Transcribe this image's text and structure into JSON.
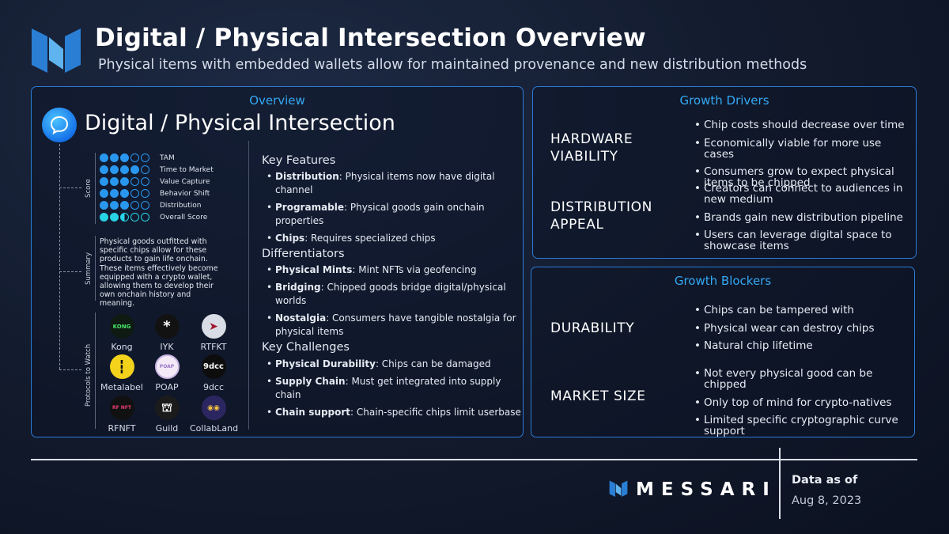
{
  "header": {
    "title": "Digital / Physical Intersection Overview",
    "subtitle": "Physical items with embedded wallets allow for maintained provenance and new distribution methods"
  },
  "overview": {
    "panel_title": "Overview",
    "heading": "Digital / Physical Intersection",
    "score_label": "Score",
    "summary_label": "Summary",
    "protocols_label": "Protocols to Watch",
    "scores": [
      {
        "label": "TAM",
        "value": 3.0
      },
      {
        "label": "Time to Market",
        "value": 4.0
      },
      {
        "label": "Value Capture",
        "value": 3.0
      },
      {
        "label": "Behavior Shift",
        "value": 3.0
      },
      {
        "label": "Distribution",
        "value": 3.0
      },
      {
        "label": "Overall Score",
        "value": 2.5
      }
    ],
    "summary": "Physical goods outfitted with specific chips allow for these products to gain life onchain. These items effectively become equipped with a crypto wallet, allowing them to develop their own onchain history and meaning.",
    "protocols": [
      {
        "name": "Kong",
        "mark": "KONG"
      },
      {
        "name": "IYK",
        "mark": "*"
      },
      {
        "name": "RTFKT",
        "mark": "➤"
      },
      {
        "name": "Metalabel",
        "mark": "┇"
      },
      {
        "name": "POAP",
        "mark": "POAP"
      },
      {
        "name": "9dcc",
        "mark": "9dcc"
      },
      {
        "name": "RFNFT",
        "mark": "RF NFT"
      },
      {
        "name": "Guild",
        "mark": "⛫"
      },
      {
        "name": "CollabLand",
        "mark": "◉◉"
      }
    ],
    "key_features": {
      "title": "Key Features",
      "items": [
        {
          "term": "Distribution",
          "text": ": Physical items now have digital channel"
        },
        {
          "term": "Programable",
          "text": ": Physical goods gain onchain properties"
        },
        {
          "term": "Chips",
          "text": ": Requires specialized chips"
        }
      ]
    },
    "differentiators": {
      "title": "Differentiators",
      "items": [
        {
          "term": "Physical Mints",
          "text": ": Mint NFTs via geofencing"
        },
        {
          "term": "Bridging",
          "text": ": Chipped goods bridge digital/physical worlds"
        },
        {
          "term": "Nostalgia",
          "text": ": Consumers have tangible nostalgia for physical items"
        }
      ]
    },
    "key_challenges": {
      "title": "Key Challenges",
      "items": [
        {
          "term": "Physical Durability",
          "text": ": Chips can be damaged"
        },
        {
          "term": "Supply Chain",
          "text": ": Must get integrated into supply chain"
        },
        {
          "term": "Chain support",
          "text": ": Chain-specific chips limit userbase"
        }
      ]
    }
  },
  "growth_drivers": {
    "panel_title": "Growth Drivers",
    "groups": [
      {
        "category": "HARDWARE VIABILITY",
        "items": [
          "Chip costs should decrease over time",
          "Economically viable for more use cases",
          "Consumers grow to expect physical items to be chipped"
        ]
      },
      {
        "category": "DISTRIBUTION APPEAL",
        "items": [
          "Creators can connect to audiences in new medium",
          "Brands gain new distribution pipeline",
          "Users can leverage digital space to showcase items"
        ]
      }
    ]
  },
  "growth_blockers": {
    "panel_title": "Growth Blockers",
    "groups": [
      {
        "category": "DURABILITY",
        "items": [
          "Chips can be tampered with",
          "Physical wear can destroy chips",
          "Natural chip lifetime"
        ]
      },
      {
        "category": "MARKET SIZE",
        "items": [
          "Not every physical good can be chipped",
          "Only top of mind for crypto-natives",
          "Limited specific cryptographic curve support"
        ]
      }
    ]
  },
  "footer": {
    "brand": "MESSARI",
    "data_label": "Data as of",
    "data_date": "Aug 8, 2023"
  },
  "colors": {
    "accent": "#2a97ee",
    "accent_cyan": "#28d3e6",
    "panel_border": "#2d7bd6",
    "panel_title": "#34a9f3"
  }
}
